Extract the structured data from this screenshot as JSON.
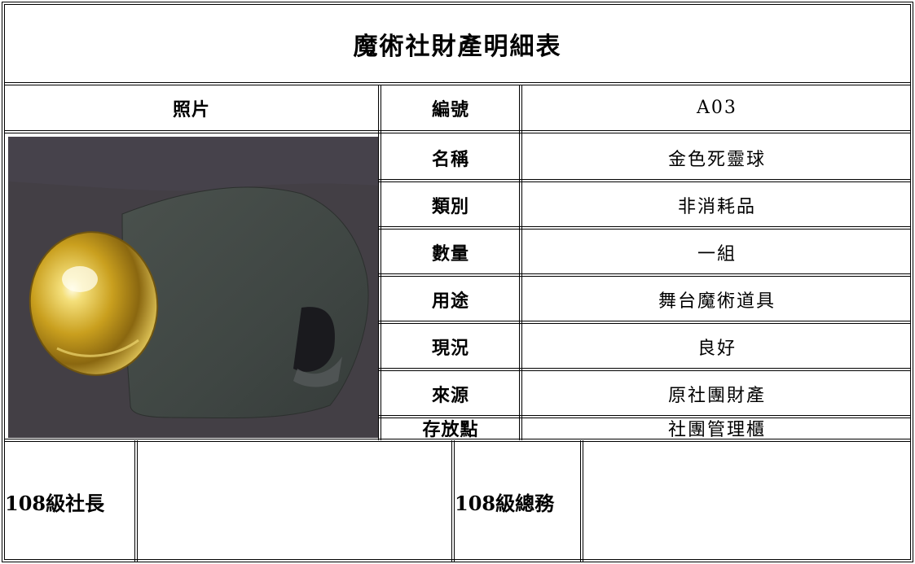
{
  "title": "魔術社財產明細表",
  "photo_header": "照片",
  "fields": [
    {
      "label": "編號",
      "value": "A03"
    },
    {
      "label": "名稱",
      "value": "金色死靈球"
    },
    {
      "label": "類別",
      "value": "非消耗品"
    },
    {
      "label": "數量",
      "value": "一組"
    },
    {
      "label": "用途",
      "value": "舞台魔術道具"
    },
    {
      "label": "現況",
      "value": "良好"
    },
    {
      "label": "來源",
      "value": "原社團財產"
    },
    {
      "label": "存放點",
      "value": "社團管理櫃"
    }
  ],
  "signatures": {
    "president_label": "108級社長",
    "president_value": "",
    "treasurer_label": "108級總務",
    "treasurer_value": ""
  },
  "colors": {
    "border": "#000000",
    "gold": "#d8b93a",
    "cloth": "#3f4542"
  }
}
